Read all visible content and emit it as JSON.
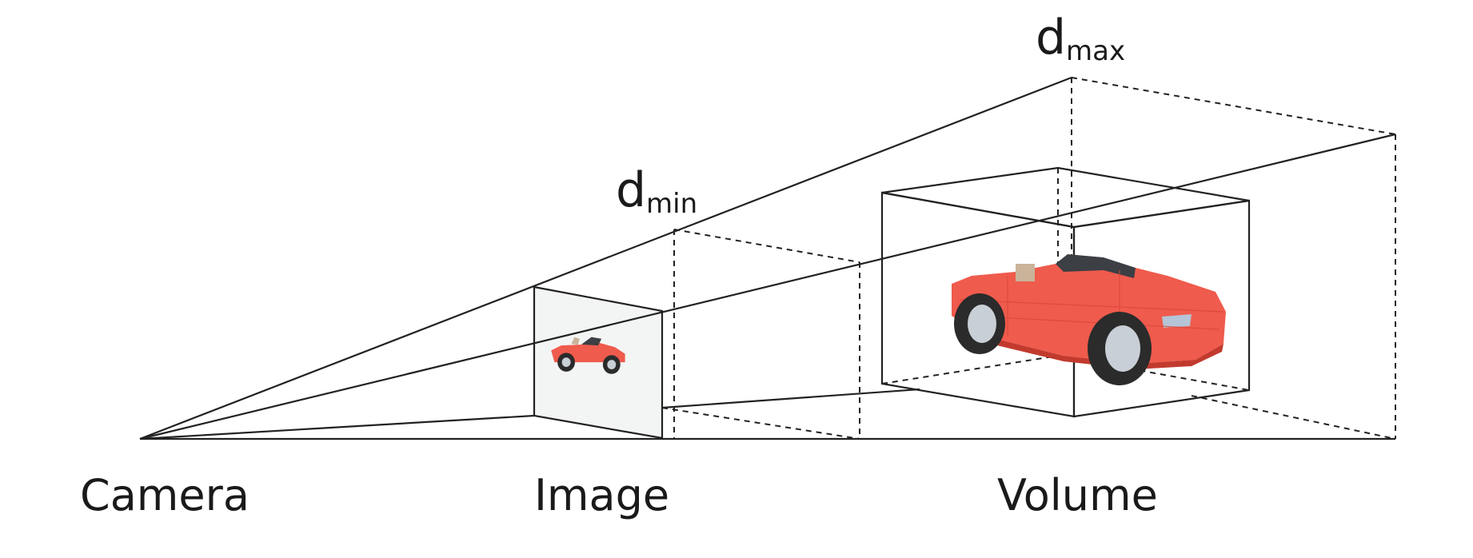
{
  "labels": {
    "camera": "Camera",
    "image": "Image",
    "volume": "Volume",
    "dmin_base": "d",
    "dmin_sub": "min",
    "dmax_base": "d",
    "dmax_sub": "max"
  },
  "colors": {
    "car_body": "#ef5b4c",
    "car_dark": "#c23a2e",
    "tire": "#2b2b2b",
    "rim": "#c9cfd6",
    "window": "#3c3f44",
    "image_plane": "#f3f5f4"
  }
}
